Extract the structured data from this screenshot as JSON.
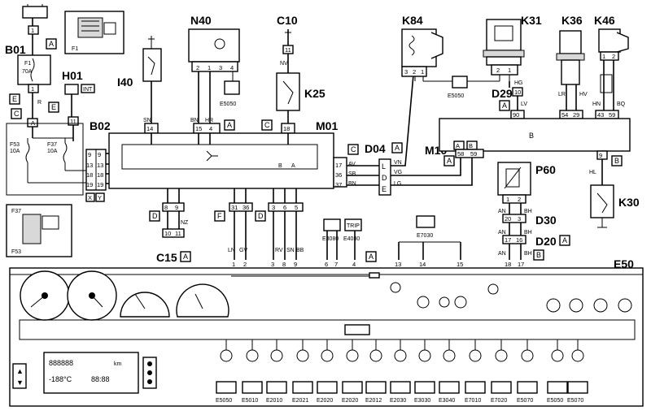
{
  "components": {
    "B01": "B01",
    "H01": "H01",
    "I40": "I40",
    "N40": "N40",
    "C10": "C10",
    "K25": "K25",
    "K84": "K84",
    "K31": "K31",
    "K36": "K36",
    "K46": "K46",
    "D29": "D29",
    "B02": "B02",
    "M01": "M01",
    "D04": "D04",
    "M10": "M10",
    "P60": "P60",
    "K30": "K30",
    "C15": "C15",
    "D30": "D30",
    "D20": "D20",
    "E50": "E50"
  },
  "fuse": {
    "F1": "F1",
    "F1_amp": "70A",
    "F53": "F53",
    "F53_amp": "10A",
    "F37": "F37",
    "F37_amp": "10A"
  },
  "inset_labels": {
    "F1": "F1",
    "F37": "F37",
    "F53": "F53"
  },
  "tags": {
    "A": "A",
    "B": "B",
    "C": "C",
    "D": "D",
    "E": "E",
    "F": "F",
    "X": "X",
    "Y": "Y",
    "L": "L",
    "INT": "INT",
    "TRIP": "TRIP"
  },
  "wire_codes": {
    "R": "R",
    "SN": "SN",
    "BN": "BN",
    "HR": "HR",
    "NV": "NV",
    "HG": "HG",
    "LV": "LV",
    "LR": "LR",
    "HV": "HV",
    "HN": "HN",
    "BQ": "BQ",
    "AV": "AV",
    "SB": "SB",
    "VN": "VN",
    "VG": "VG",
    "LG": "LG",
    "HL": "HL",
    "AN": "AN",
    "BH": "BH",
    "NZ": "NZ",
    "LN": "LN",
    "GV": "GV",
    "RV": "RV",
    "BB": "BB"
  },
  "pins": {
    "p1": "1",
    "p2": "2",
    "p3": "3",
    "p4": "4",
    "p5": "5",
    "p6": "6",
    "p7": "7",
    "p8": "8",
    "p9": "9",
    "p10": "10",
    "p11": "11",
    "p13": "13",
    "p14": "14",
    "p15": "15",
    "p16": "16",
    "p17": "17",
    "p18": "18",
    "p19": "19",
    "p20": "20",
    "p29": "29",
    "p31": "31",
    "p36": "36",
    "p37": "37",
    "p43": "43",
    "p54": "54",
    "p58": "58",
    "p59": "59",
    "p90": "90"
  },
  "symbols_top": {
    "e5050a": "E5050",
    "e5050b": "E5050",
    "e3080": "E3080",
    "e4080": "E4080",
    "e7030": "E7030"
  },
  "bottom_icons": [
    "E5050",
    "E5010",
    "E2010",
    "E2021",
    "E2020",
    "E2020",
    "E2012",
    "E2030",
    "E3030",
    "E3040",
    "E7010",
    "E7020",
    "E5070",
    "E5050",
    "E5070"
  ],
  "display": {
    "odo": "888888",
    "temp": "-188°C",
    "clock": "88:88",
    "unit": "km"
  },
  "colors": {
    "ink": "#000000",
    "panel_grey": "#d8d8d8",
    "paper": "#ffffff"
  }
}
